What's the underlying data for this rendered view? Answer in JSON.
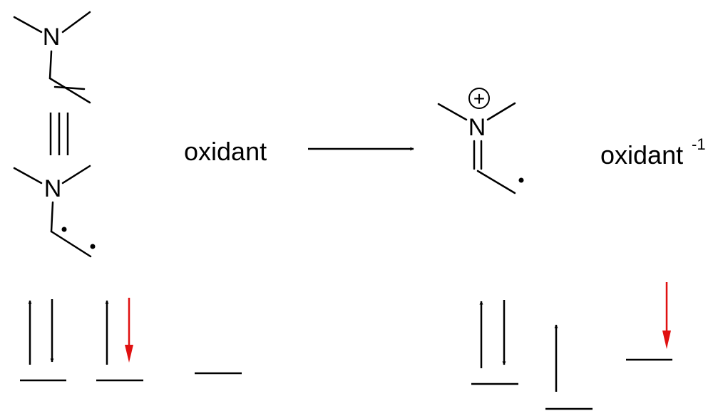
{
  "reactant": {
    "atoms": [
      "N",
      "N"
    ]
  },
  "reagent": {
    "label": "oxidant"
  },
  "product": {
    "atom": "N",
    "charge_symbol": "+"
  },
  "byproduct": {
    "label": "oxidant",
    "superscript": "-1"
  },
  "orbital_diagram": {
    "left": [
      {
        "electrons": [
          "up",
          "down"
        ],
        "highlight": "none"
      },
      {
        "electrons": [
          "up",
          "down"
        ],
        "highlight": "down"
      },
      {
        "electrons": [],
        "highlight": "none"
      }
    ],
    "right": [
      {
        "electrons": [
          "up",
          "down"
        ],
        "highlight": "none"
      },
      {
        "electrons": [
          "up"
        ],
        "highlight": "none"
      },
      {
        "electrons": [
          "down"
        ],
        "highlight": "down"
      }
    ]
  },
  "colors": {
    "ink": "#000000",
    "highlight_electron": "#e01010"
  }
}
